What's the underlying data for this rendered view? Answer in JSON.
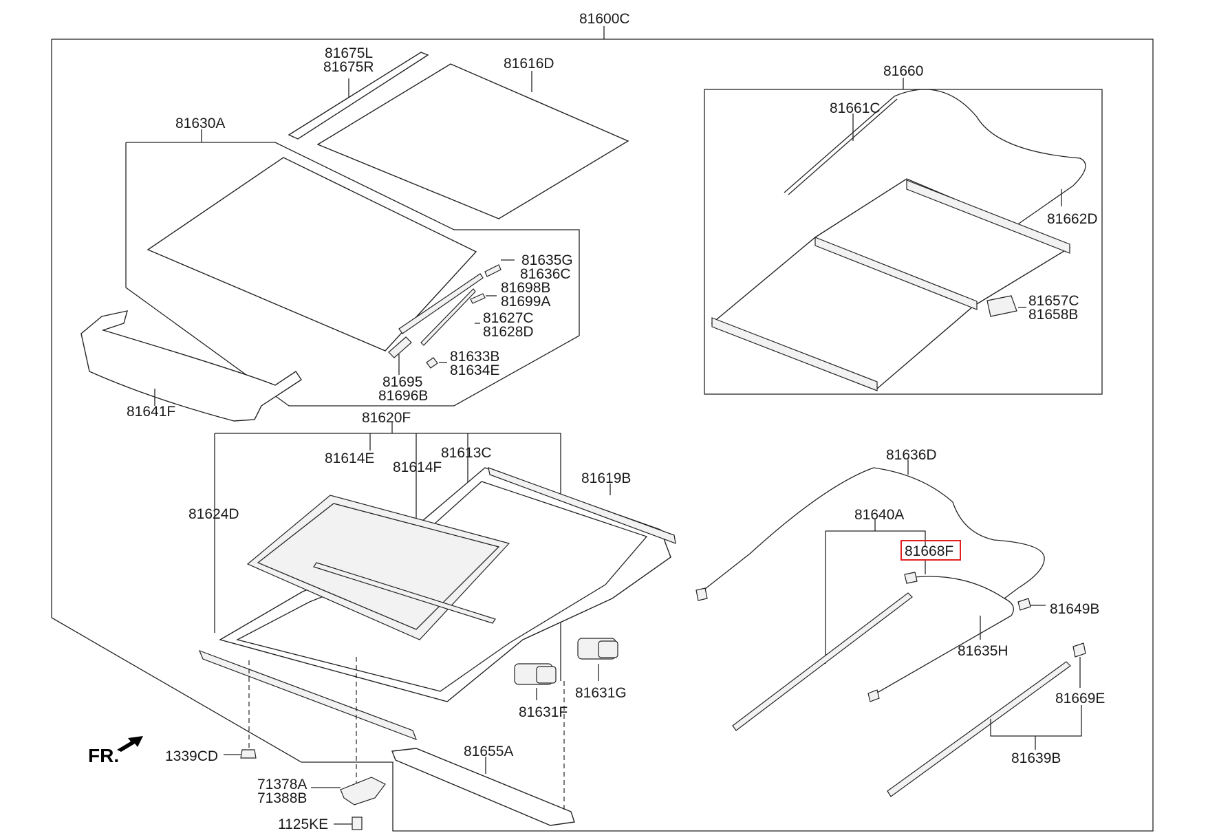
{
  "diagram": {
    "labels": {
      "p81600C": "81600C",
      "p81675L": "81675L",
      "p81675R": "81675R",
      "p81616D": "81616D",
      "p81630A": "81630A",
      "p81635G": "81635G",
      "p81636C": "81636C",
      "p81698B": "81698B",
      "p81699A": "81699A",
      "p81627C": "81627C",
      "p81628D": "81628D",
      "p81633B": "81633B",
      "p81634E": "81634E",
      "p81695": "81695",
      "p81696B": "81696B",
      "p81641F": "81641F",
      "p81660": "81660",
      "p81661C": "81661C",
      "p81662D": "81662D",
      "p81657C": "81657C",
      "p81658B": "81658B",
      "p81620F": "81620F",
      "p81614E": "81614E",
      "p81614F": "81614F",
      "p81613C": "81613C",
      "p81619B": "81619B",
      "p81624D": "81624D",
      "p81631G": "81631G",
      "p81631F": "81631F",
      "p1339CD": "1339CD",
      "p81655A": "81655A",
      "p71378A": "71378A",
      "p71388B": "71388B",
      "p1125KE": "1125KE",
      "p81636D": "81636D",
      "p81640A": "81640A",
      "p81668F": "81668F",
      "p81649B": "81649B",
      "p81635H": "81635H",
      "p81669E": "81669E",
      "p81639B": "81639B",
      "fr": "FR."
    },
    "highlight_color": "#e02020"
  }
}
